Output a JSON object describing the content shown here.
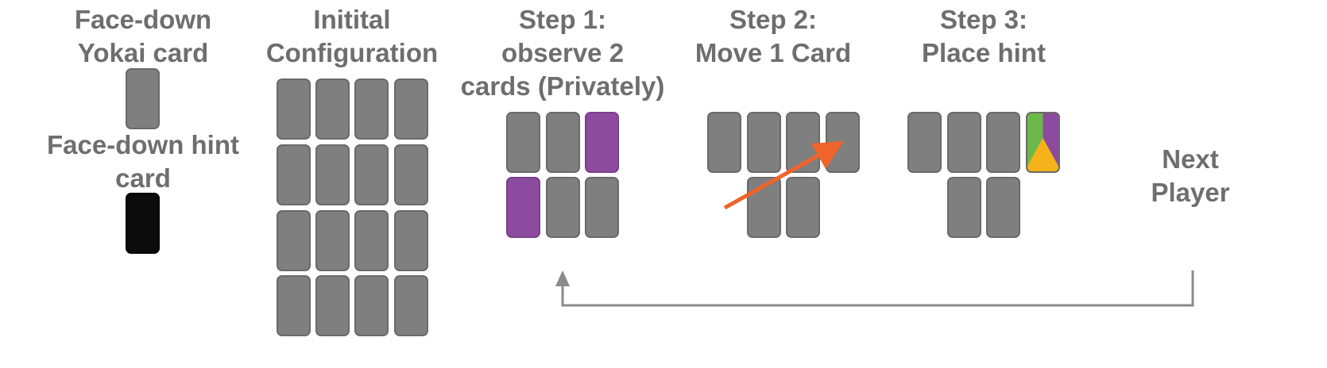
{
  "legend": {
    "yokai_card_label": [
      "Face-down",
      "Yokai card"
    ],
    "hint_card_label": [
      "Face-down hint",
      "card"
    ]
  },
  "columns": {
    "initial": [
      "Initital",
      "Configuration"
    ],
    "step1": [
      "Step 1:",
      "observe 2",
      "cards (Privately)"
    ],
    "step2": [
      "Step 2:",
      "Move 1 Card"
    ],
    "step3": [
      "Step 3:",
      "Place hint"
    ],
    "next": [
      "Next",
      "Player"
    ]
  },
  "colors": {
    "text": "#6e6e6e",
    "card_gray": "#7f7f7f",
    "card_purple": "#8c4b9e",
    "hint_black": "#0b0b0b",
    "arrow_orange": "#f0632a",
    "loop_arrow": "#8a8a8a",
    "hint_green": "#6cb84a",
    "hint_purple": "#8c4b9e",
    "hint_yellow": "#f5b21b"
  },
  "arrows": {
    "move_arrow": "orange-diagonal-arrow",
    "loop_arrow": "return-to-step1-arrow"
  }
}
